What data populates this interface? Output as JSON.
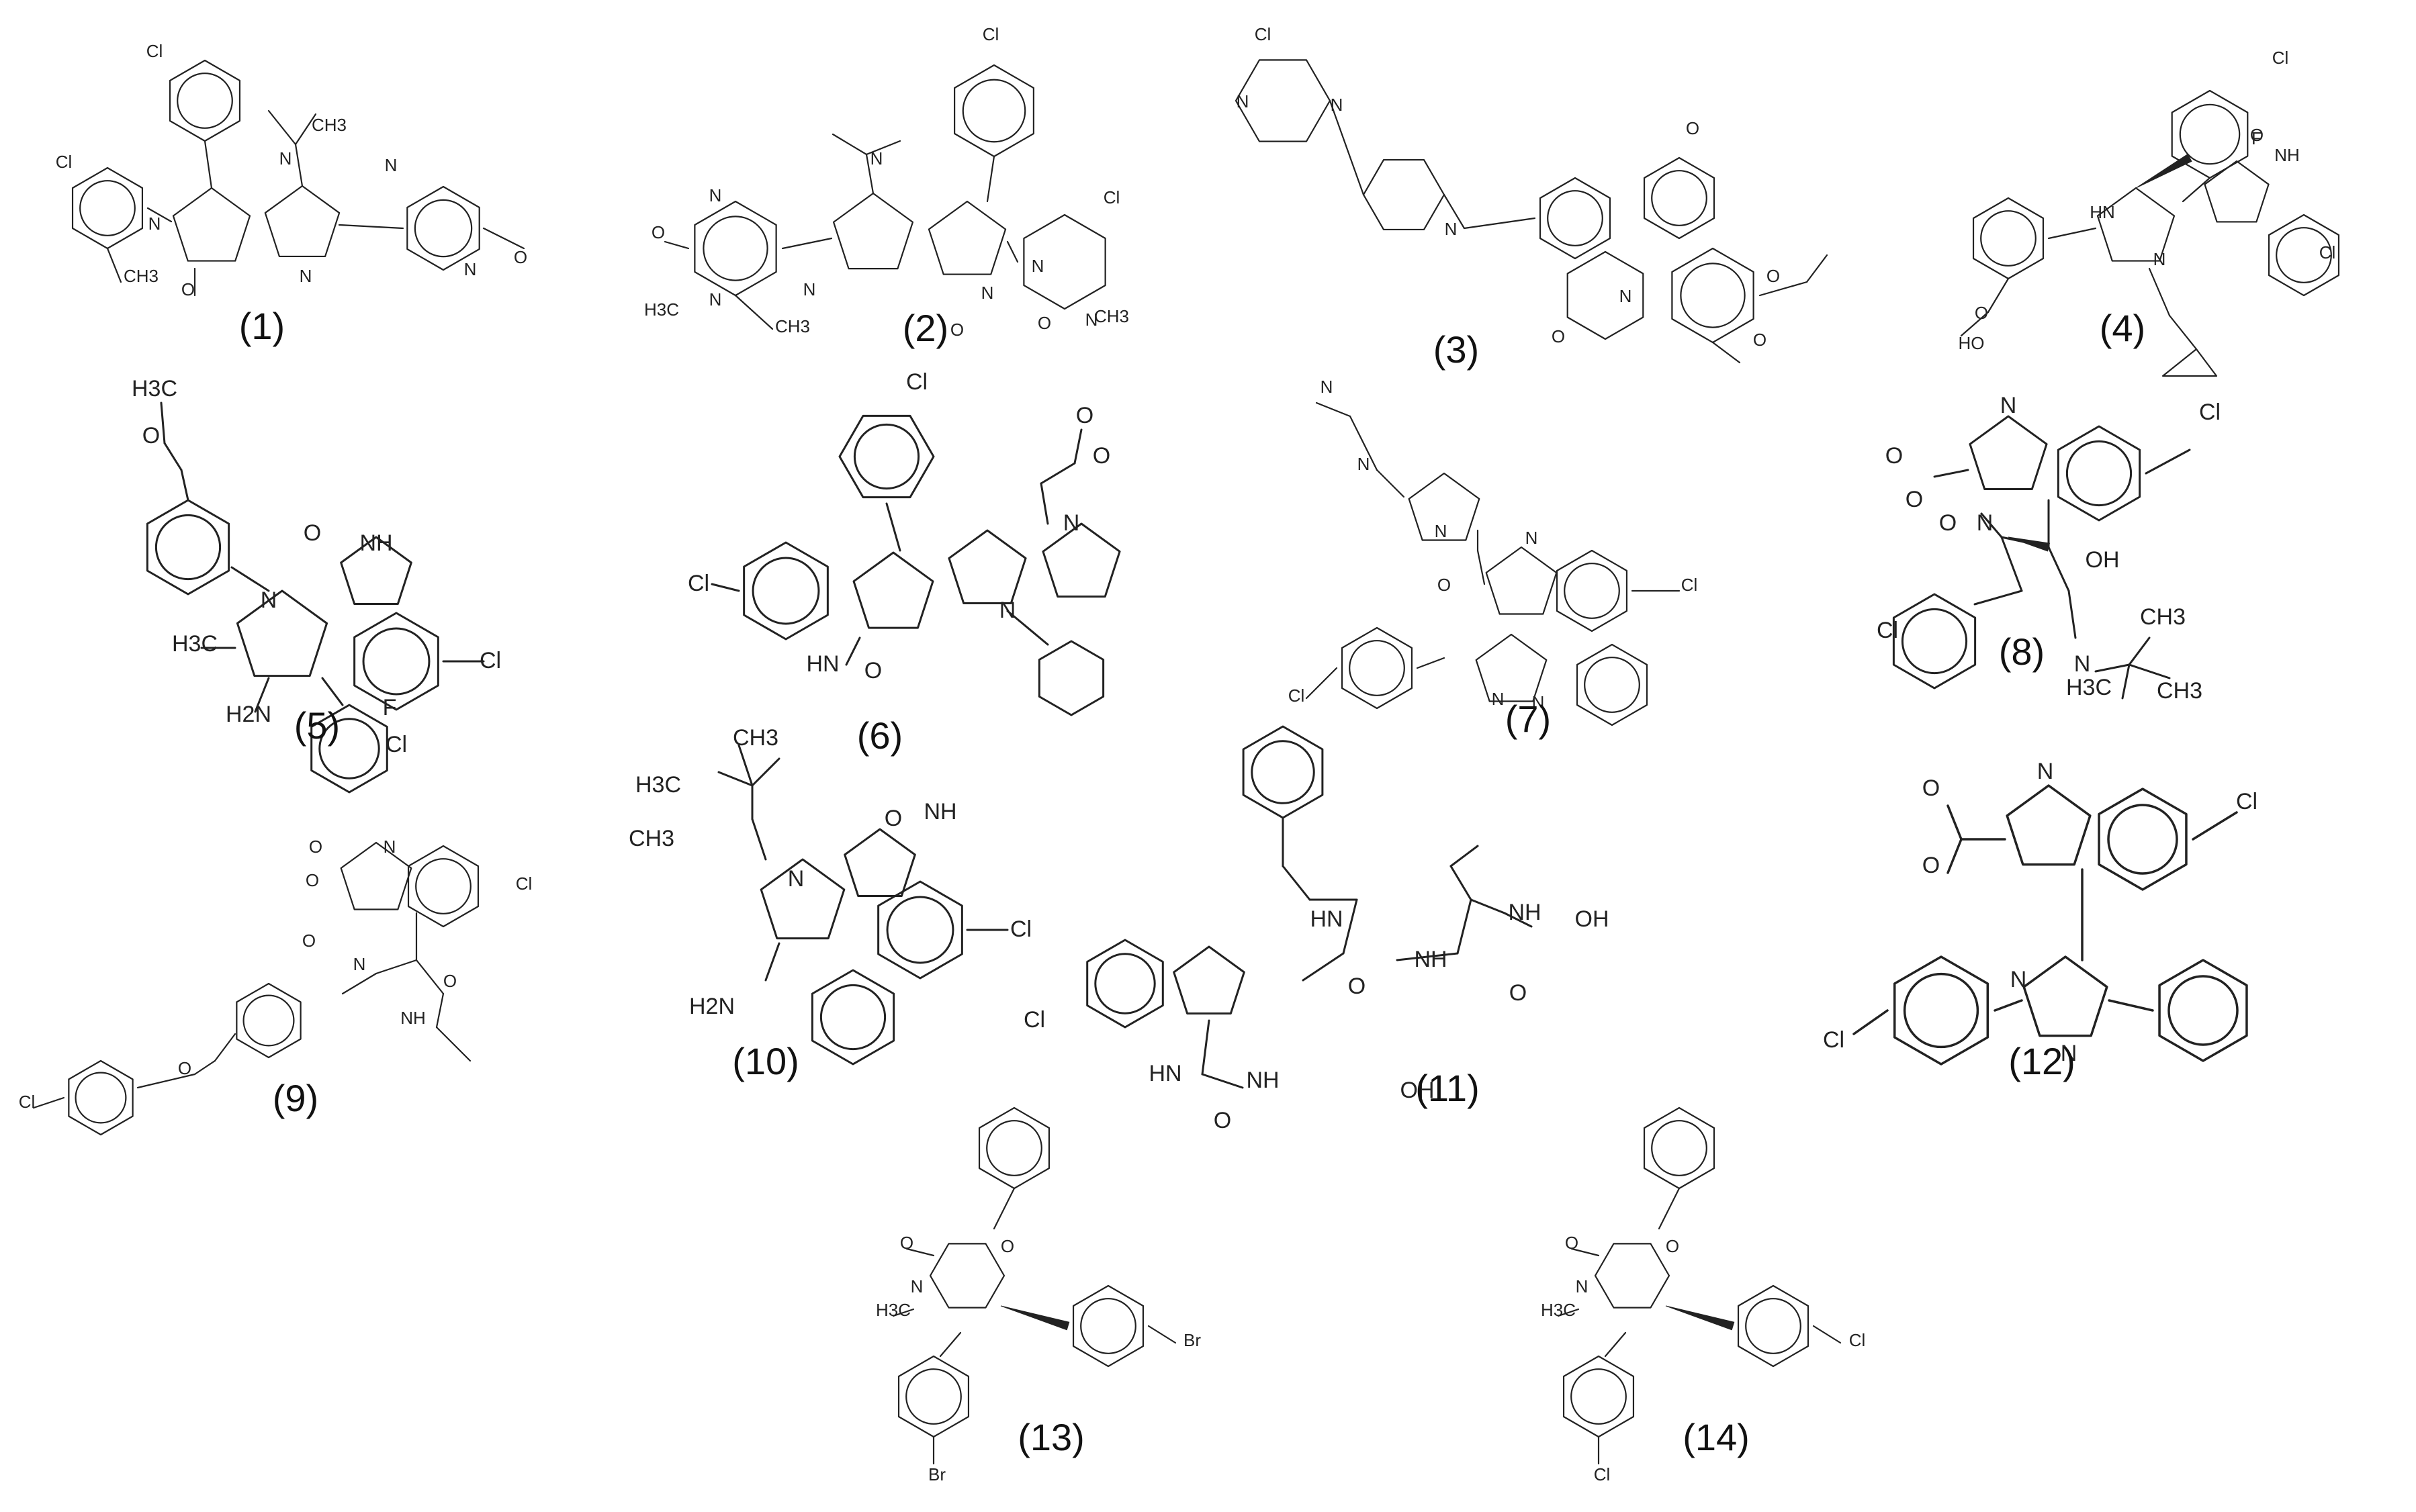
{
  "figure": {
    "background": "#ffffff",
    "stroke_color": "#222222",
    "compounds": [
      {
        "id": "1",
        "label": "(1)",
        "atom_labels": [
          "Cl",
          "Cl",
          "N",
          "N",
          "N",
          "O",
          "CH3",
          "CH3",
          "N",
          "N",
          "O"
        ]
      },
      {
        "id": "2",
        "label": "(2)",
        "atom_labels": [
          "Cl",
          "Cl",
          "N",
          "N",
          "N",
          "N",
          "N",
          "N",
          "N",
          "O",
          "O",
          "O",
          "H3C",
          "CH3",
          "CH3"
        ]
      },
      {
        "id": "3",
        "label": "(3)",
        "atom_labels": [
          "Cl",
          "N",
          "N",
          "N",
          "N",
          "O",
          "O",
          "O",
          "O"
        ]
      },
      {
        "id": "4",
        "label": "(4)",
        "atom_labels": [
          "Cl",
          "F",
          "Cl",
          "HN",
          "NH",
          "N",
          "O",
          "HO",
          "O"
        ]
      },
      {
        "id": "5",
        "label": "(5)",
        "atom_labels": [
          "H3C",
          "O",
          "O",
          "NH",
          "N",
          "Cl",
          "H3C",
          "H2N",
          "F",
          "Cl"
        ]
      },
      {
        "id": "6",
        "label": "(6)",
        "atom_labels": [
          "Cl",
          "Cl",
          "N",
          "N",
          "O",
          "O",
          "HN",
          "O"
        ]
      },
      {
        "id": "7",
        "label": "(7)",
        "atom_labels": [
          "N",
          "N",
          "N",
          "N",
          "Cl",
          "Cl",
          "O",
          "N",
          "N"
        ]
      },
      {
        "id": "8",
        "label": "(8)",
        "atom_labels": [
          "N",
          "Cl",
          "O",
          "O",
          "N",
          "O",
          "OH",
          "N",
          "CH3",
          "CH3",
          "H3C",
          "Cl"
        ]
      },
      {
        "id": "9",
        "label": "(9)",
        "atom_labels": [
          "N",
          "Cl",
          "O",
          "O",
          "N",
          "O",
          "O",
          "NH",
          "O",
          "Cl"
        ]
      },
      {
        "id": "10",
        "label": "(10)",
        "atom_labels": [
          "CH3",
          "H3C",
          "CH3",
          "O",
          "NH",
          "N",
          "Cl",
          "H2N"
        ]
      },
      {
        "id": "11",
        "label": "(11)",
        "atom_labels": [
          "HN",
          "O",
          "NH",
          "NH",
          "OH",
          "O",
          "Cl",
          "HN",
          "O",
          "NH",
          "OH"
        ]
      },
      {
        "id": "12",
        "label": "(12)",
        "atom_labels": [
          "O",
          "O",
          "N",
          "Cl",
          "Cl",
          "N",
          "N"
        ]
      },
      {
        "id": "13",
        "label": "(13)",
        "atom_labels": [
          "O",
          "O",
          "N",
          "H3C",
          "Br",
          "Br"
        ]
      },
      {
        "id": "14",
        "label": "(14)",
        "atom_labels": [
          "O",
          "O",
          "N",
          "H3C",
          "Cl",
          "Cl"
        ]
      }
    ]
  }
}
